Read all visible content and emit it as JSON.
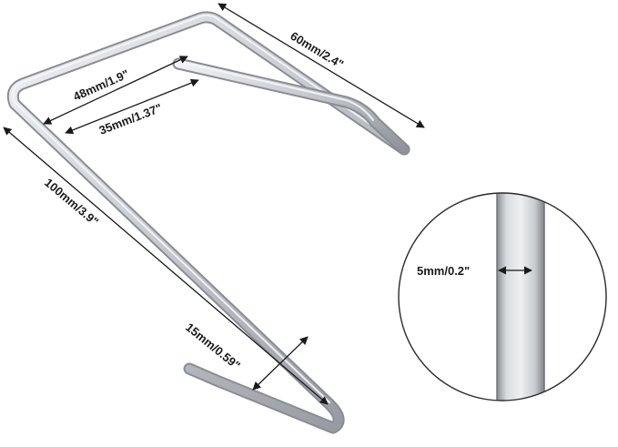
{
  "dimensions": {
    "overall_width": "60mm/2.4\"",
    "outer_top_width": "48mm/1.9\"",
    "inner_top_width": "35mm/1.37\"",
    "total_height": "100mm/3.9\"",
    "hook_opening": "15mm/0.59\"",
    "wire_thickness": "5mm/0.2\""
  },
  "colors": {
    "metal_dark": "#8e9297",
    "metal_mid": "#c4c7cb",
    "metal_light": "#eef0f2",
    "line": "#1a1a1a",
    "circle_border": "#2a2a2a"
  }
}
